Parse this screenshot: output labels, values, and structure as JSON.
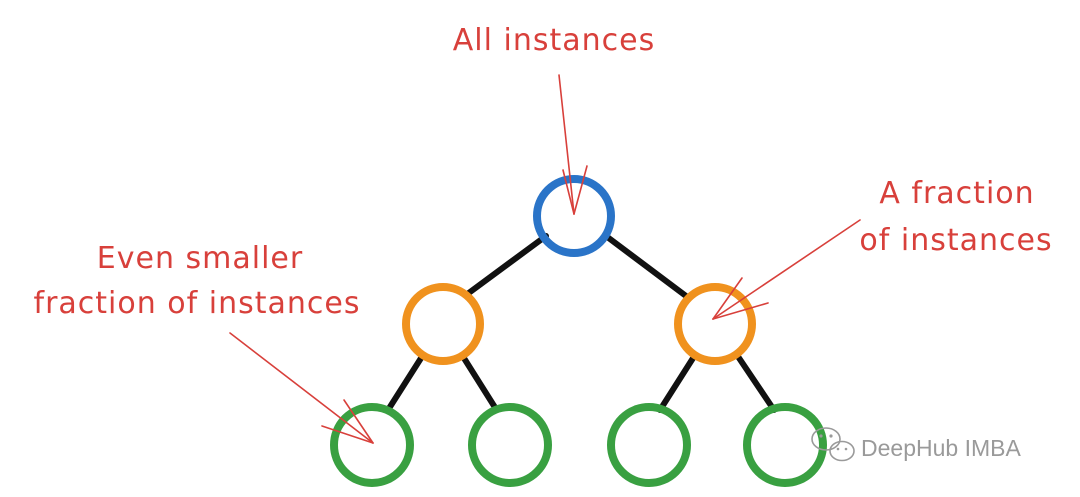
{
  "annotations": {
    "root": "All instances",
    "level2_line1": "A fraction",
    "level2_line2": "of instances",
    "level3_line1": "Even smaller",
    "level3_line2": "fraction of instances"
  },
  "watermark": "DeepHub IMBA",
  "colors": {
    "root_node": "#2a74c8",
    "level2_node": "#f0921e",
    "level3_node": "#39a041",
    "edge": "#111111",
    "annotation": "#d8403b",
    "watermark": "#9a9a9a"
  },
  "icons": {
    "watermark_logo": "wechat-icon"
  }
}
